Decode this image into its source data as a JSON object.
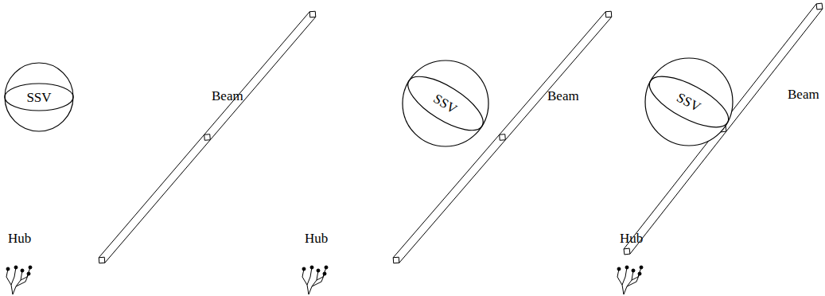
{
  "diagram": {
    "nodes": [
      {
        "text": [
          "SSV"
        ]
      },
      {
        "text": [
          "SSV"
        ]
      },
      {
        "text": [
          "SSV"
        ]
      }
    ],
    "labels": [
      "Beam",
      "Hub",
      "Beam",
      "Hub",
      "Beam",
      "Hub"
    ]
  }
}
